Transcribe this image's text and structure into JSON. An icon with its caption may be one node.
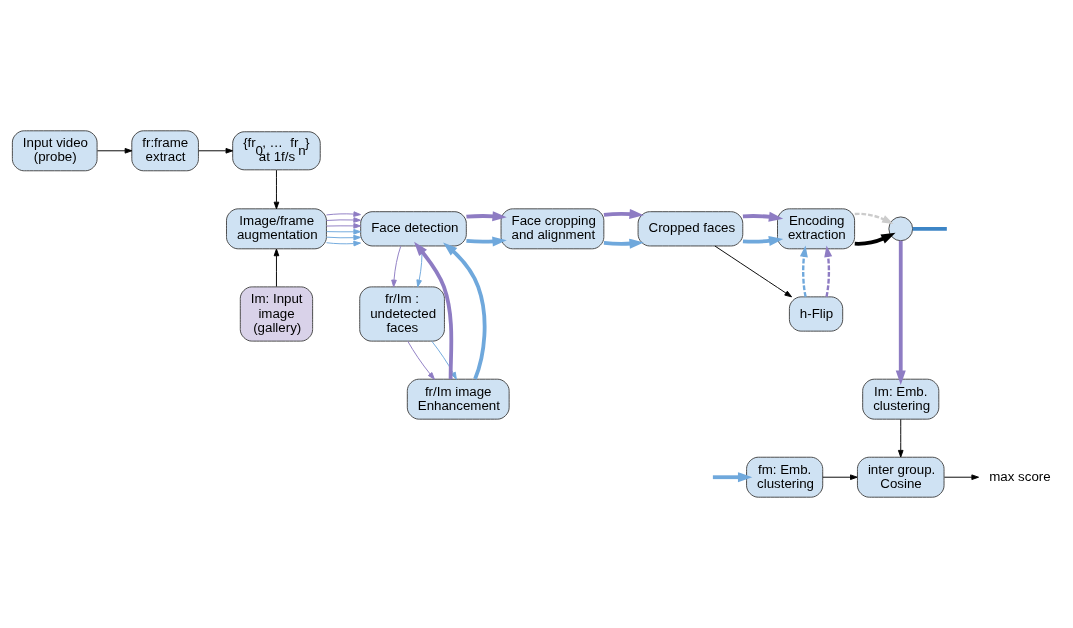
{
  "diagram": {
    "nodes": [
      {
        "text": [
          "Input video (probe)"
        ]
      },
      {
        "text": [
          "fr:frame extract"
        ]
      },
      {
        "text": [
          "{fr$_{0}$, …  fr$_{n}$} at 1f/s"
        ]
      },
      {
        "text": [
          "Image/frame augmentation"
        ]
      },
      {
        "text": [
          "Face detection"
        ]
      },
      {
        "text": [
          "fr/Im : undetected faces"
        ]
      },
      {
        "text": [
          "fr/Im image Enhancement"
        ]
      },
      {
        "text": [
          "Im: Input image (gallery)"
        ]
      },
      {
        "text": [
          "Face cropping and alignment"
        ]
      },
      {
        "text": [
          "Cropped faces"
        ]
      },
      {
        "text": [
          "h-Flip"
        ]
      },
      {
        "text": [
          "Encoding extraction"
        ]
      },
      {
        "text": [],
        "shape": "circle"
      },
      {
        "text": [
          "Im: Emb. clustering"
        ]
      },
      {
        "text": [
          "fm: Emb. clustering"
        ]
      },
      {
        "text": [
          "inter group. Cosine"
        ]
      },
      {
        "text": [
          "max score"
        ]
      }
    ],
    "edges": [
      {
        "from": 0,
        "to": 1,
        "arrow": "to",
        "color": "#000000"
      },
      {
        "from": 1,
        "to": 2,
        "arrow": "to",
        "color": "#000000"
      },
      {
        "from": 2,
        "to": 3,
        "arrow": "to",
        "color": "#000000"
      },
      {
        "from": 7,
        "to": 3,
        "arrow": "to",
        "color": "#000000"
      },
      {
        "from": 3,
        "to": 4,
        "arrow": "to",
        "color": "#6fa8dc"
      },
      {
        "from": 3,
        "to": 4,
        "arrow": "to",
        "color": "#6fa8dc"
      },
      {
        "from": 3,
        "to": 4,
        "arrow": "to",
        "color": "#6fa8dc"
      },
      {
        "from": 3,
        "to": 4,
        "arrow": "to",
        "color": "#8e7cc3"
      },
      {
        "from": 3,
        "to": 4,
        "arrow": "to",
        "color": "#8e7cc3"
      },
      {
        "from": 3,
        "to": 4,
        "arrow": "to",
        "color": "#8e7cc3"
      },
      {
        "from": 4,
        "to": 8,
        "arrow": "to",
        "style": "thick",
        "color": "#6fa8dc"
      },
      {
        "from": 4,
        "to": 8,
        "arrow": "to",
        "style": "thick",
        "color": "#8e7cc3"
      },
      {
        "from": 4,
        "to": 5,
        "arrow": "to",
        "color": "#8e7cc3"
      },
      {
        "from": 4,
        "to": 5,
        "arrow": "to",
        "color": "#6fa8dc"
      },
      {
        "from": 5,
        "to": 6,
        "arrow": "to",
        "color": "#8e7cc3"
      },
      {
        "from": 5,
        "to": 6,
        "arrow": "to",
        "color": "#6fa8dc"
      },
      {
        "from": 6,
        "to": 4,
        "arrow": "to",
        "style": "thick",
        "color": "#8e7cc3"
      },
      {
        "from": 6,
        "to": 4,
        "arrow": "to",
        "style": "thick",
        "color": "#6fa8dc"
      },
      {
        "from": 8,
        "to": 9,
        "arrow": "to",
        "style": "thick",
        "color": "#6fa8dc"
      },
      {
        "from": 8,
        "to": 9,
        "arrow": "to",
        "style": "thick",
        "color": "#8e7cc3"
      },
      {
        "from": 9,
        "to": 11,
        "arrow": "to",
        "style": "thick",
        "color": "#6fa8dc"
      },
      {
        "from": 9,
        "to": 11,
        "arrow": "to",
        "style": "thick",
        "color": "#8e7cc3"
      },
      {
        "from": 9,
        "to": 10,
        "arrow": "to",
        "color": "#000000"
      },
      {
        "from": 10,
        "to": 11,
        "arrow": "to",
        "style": "dashed",
        "color": "#6fa8dc"
      },
      {
        "from": 10,
        "to": 11,
        "arrow": "to",
        "style": "dashed",
        "color": "#8e7cc3"
      },
      {
        "from": 11,
        "to": 12,
        "arrow": "to",
        "style": "thick",
        "color": "#000000"
      },
      {
        "from": 11,
        "to": 12,
        "arrow": "to",
        "style": "dashed",
        "color": "#cccccc"
      },
      {
        "from": 12,
        "to": null,
        "arrow": "none",
        "style": "thick",
        "color": "#3d85c6"
      },
      {
        "from": 12,
        "to": 13,
        "arrow": "to",
        "style": "thick",
        "color": "#8e7cc3"
      },
      {
        "from": null,
        "to": 14,
        "arrow": "to",
        "style": "thick",
        "color": "#6fa8dc"
      },
      {
        "from": 13,
        "to": 15,
        "arrow": "to",
        "color": "#000000"
      },
      {
        "from": 14,
        "to": 15,
        "arrow": "to",
        "color": "#000000"
      },
      {
        "from": 15,
        "to": 16,
        "arrow": "to",
        "color": "#000000"
      }
    ]
  }
}
